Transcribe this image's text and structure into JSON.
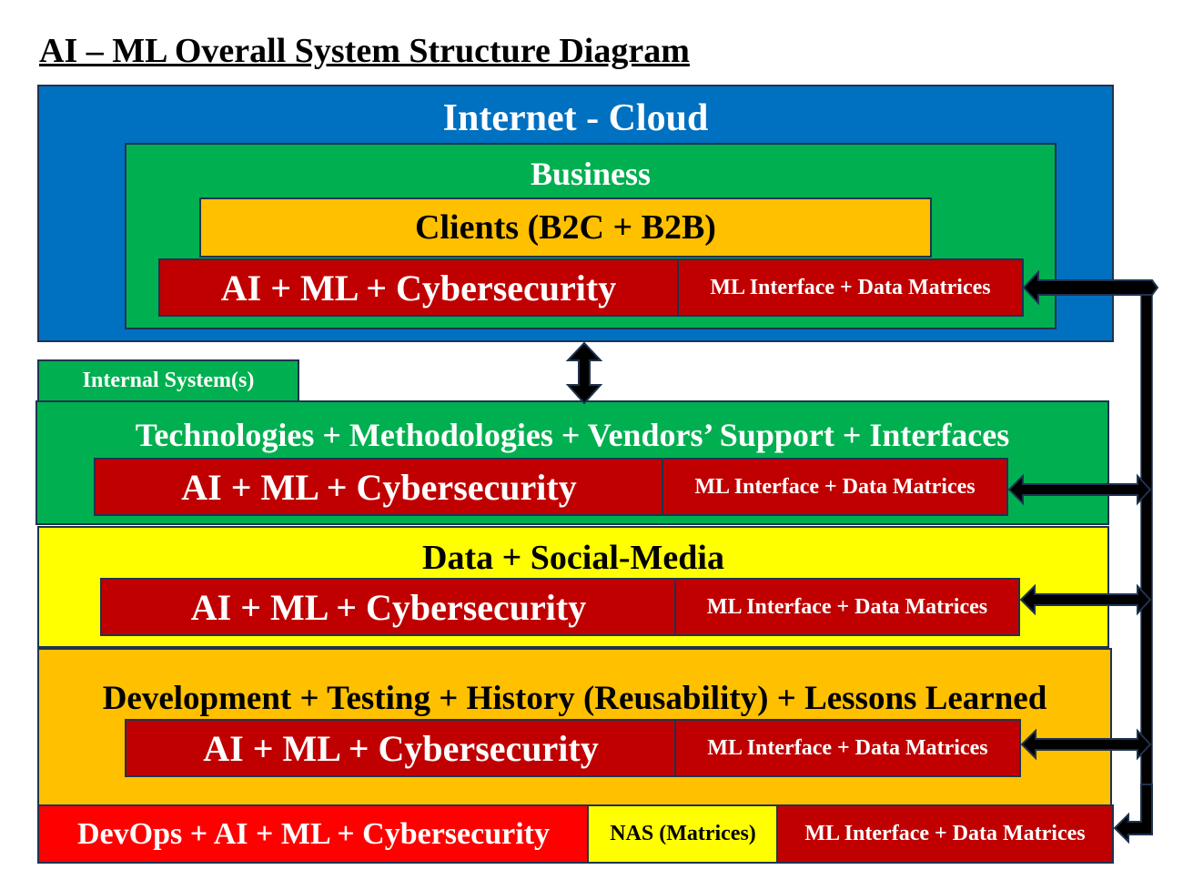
{
  "title": "AI – ML Overall System Structure Diagram",
  "colors": {
    "cloud_blue": "#0070c0",
    "green": "#00b050",
    "gold": "#ffc000",
    "dark_red": "#c00000",
    "yellow": "#ffff00",
    "red": "#ff0000",
    "border": "#1f3350",
    "arrow": "#000000"
  },
  "cloud": {
    "label": "Internet - Cloud",
    "business": {
      "label": "Business",
      "clients": "Clients (B2C + B2B)",
      "ai_ml_cyber": "AI + ML + Cybersecurity",
      "ml_interface": "ML Interface + Data Matrices"
    }
  },
  "internal": {
    "tab_label": "Internal System(s)",
    "technologies": {
      "label": "Technologies + Methodologies + Vendors’ Support + Interfaces",
      "ai_ml_cyber": "AI + ML + Cybersecurity",
      "ml_interface": "ML Interface + Data Matrices"
    },
    "data_social": {
      "label": "Data + Social-Media",
      "ai_ml_cyber": "AI + ML + Cybersecurity",
      "ml_interface": "ML Interface + Data Matrices"
    },
    "development": {
      "label": "Development + Testing + History (Reusability) + Lessons Learned",
      "ai_ml_cyber": "AI + ML + Cybersecurity",
      "ml_interface": "ML Interface + Data Matrices"
    },
    "devops": {
      "label": "DevOps + AI + ML + Cybersecurity",
      "nas": "NAS (Matrices)",
      "ml_interface": "ML Interface + Data Matrices"
    }
  },
  "connectors": {
    "vertical_cloud_internal": "double-headed vertical arrow",
    "right_bus": "vertical bus linking all ML Interface + Data Matrices blocks"
  }
}
